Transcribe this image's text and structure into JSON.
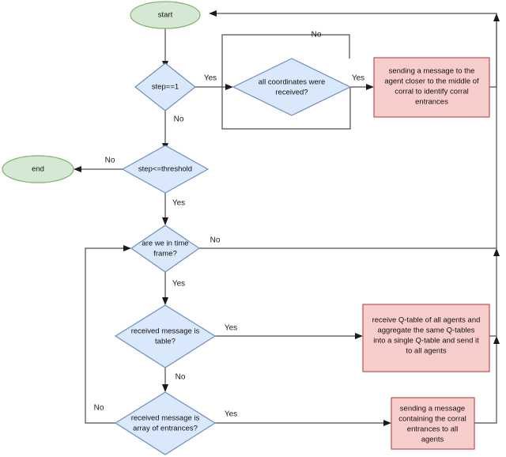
{
  "diagram": {
    "title": "multi-agent corral flowchart",
    "colors": {
      "terminator_fill": "#d5e8d4",
      "terminator_stroke": "#82b366",
      "decision_fill": "#dae8fc",
      "decision_stroke": "#6c8ebf",
      "process_fill": "#f8cecc",
      "process_stroke": "#b85450",
      "edge": "#4d4d4d",
      "text": "#111111",
      "background": "#ffffff"
    },
    "nodes": [
      {
        "id": "start",
        "type": "terminator",
        "lines": [
          "start"
        ]
      },
      {
        "id": "step-eq-1",
        "type": "decision",
        "lines": [
          "step==1"
        ]
      },
      {
        "id": "all-coords",
        "type": "decision",
        "lines": [
          "all coordinates were",
          "received?"
        ]
      },
      {
        "id": "send-mid",
        "type": "process",
        "lines": [
          "sending a message to the",
          "agent closer to the middle of",
          "corral to identify corral",
          "entrances"
        ]
      },
      {
        "id": "step-le-thr",
        "type": "decision",
        "lines": [
          "step<=threshold"
        ]
      },
      {
        "id": "end",
        "type": "terminator",
        "lines": [
          "end"
        ]
      },
      {
        "id": "time-frame",
        "type": "decision",
        "lines": [
          "are we in time",
          "frame?"
        ]
      },
      {
        "id": "msg-is-table",
        "type": "decision",
        "lines": [
          "received message is",
          "table?"
        ]
      },
      {
        "id": "agg-qtable",
        "type": "process",
        "lines": [
          "receive Q-table of all agents and",
          "aggregate the same Q-tables",
          "into a single Q-table and send it",
          "to all agents"
        ]
      },
      {
        "id": "msg-is-array",
        "type": "decision",
        "lines": [
          "received message is",
          "array of entrances?"
        ]
      },
      {
        "id": "send-entr",
        "type": "process",
        "lines": [
          "sending a message",
          "containing the corral",
          "entrances to all",
          "agents"
        ]
      }
    ],
    "edge_labels": {
      "step_eq_1_yes": "Yes",
      "step_eq_1_no": "No",
      "all_coords_no": "No",
      "all_coords_yes": "Yes",
      "step_le_thr_no": "No",
      "step_le_thr_yes": "Yes",
      "time_frame_no": "No",
      "time_frame_yes": "Yes",
      "msg_table_yes": "Yes",
      "msg_table_no": "No",
      "msg_array_yes": "Yes",
      "msg_array_no": "No"
    }
  }
}
